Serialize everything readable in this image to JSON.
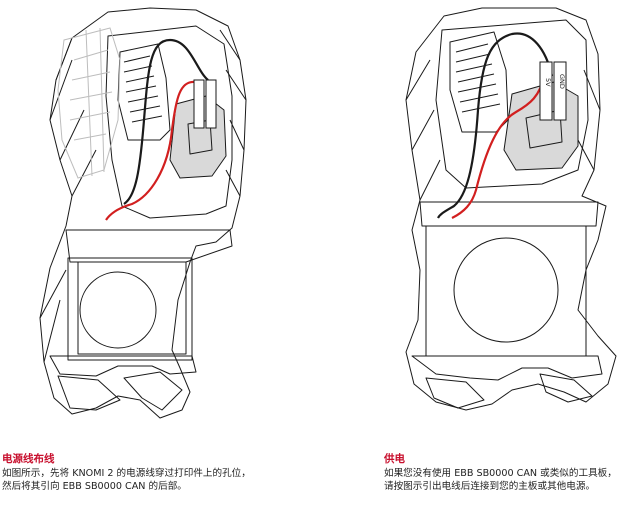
{
  "left": {
    "title": "电源线布线",
    "lines": [
      "如图所示，先将 KNOMI 2 的电源线穿过打印件上的孔位，",
      "然后将其引向 EBB SB0000 CAN 的后部。"
    ]
  },
  "right": {
    "title": "供电",
    "lines": [
      "如果您没有使用 EBB SB0000 CAN 或类似的工具板，",
      "请按图示引出电线后连接到您的主板或其他电源。"
    ],
    "connector_labels": [
      "GND",
      "5V"
    ]
  },
  "colors": {
    "caption_title": "#c8102e",
    "wire_red": "#d21f1f",
    "wire_black": "#1a1a1a",
    "ghost_part": "#bdbdbd",
    "bracket_fill": "#d9d9d9"
  }
}
